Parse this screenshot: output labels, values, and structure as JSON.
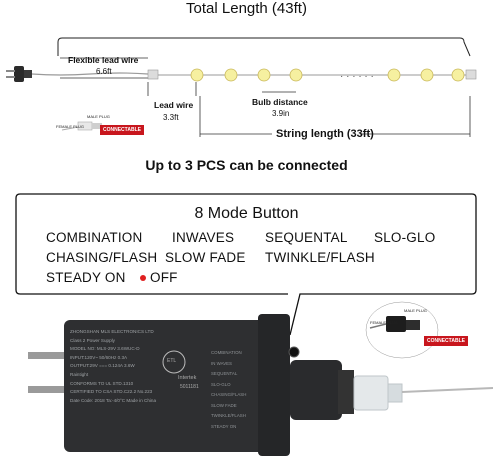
{
  "top": {
    "title": "Total Length (43ft)",
    "flexible_lead_wire": "Flexible lead wire",
    "flexible_lead_length": "6.6ft",
    "lead_wire": "Lead wire",
    "lead_wire_length": "3.3ft",
    "bulb_distance": "Bulb distance",
    "bulb_distance_value": "3.9in",
    "string_length": "String length (33ft)",
    "male_plug": "MALE PLUG",
    "female_plug": "FEMALE PLUG",
    "connectable": "CONNECTABLE"
  },
  "headline": "Up to 3 PCS can be connected",
  "modes": {
    "title": "8 Mode Button",
    "items": [
      "COMBINATION",
      "INWAVES",
      "SEQUENTAL",
      "SLO-GLO",
      "CHASING/FLASH",
      "SLOW FADE",
      "TWINKLE/FLASH",
      "STEADY ON",
      "OFF"
    ]
  },
  "adapter": {
    "label_lines": [
      "ZHONGSHAN MLS ELECTRONICS LTD",
      "Class 2 Power Supply",
      "MODEL NO: MLS-29V 3.6WUC-D",
      "INPUT:120V~ 50/60Hz 0.3A",
      "OUTPUT:29V === 0.124A 3.6W",
      "Raintight",
      "CONFORMS TO UL STD.1310",
      "CERTIFIED TO CSA STD.C22.2 No.223",
      "Date Code: 2018  Ta:-4/0°C  Made in China"
    ],
    "side_lines": [
      "COMBINATION",
      "IN WAVES",
      "SEQUENTAL",
      "SLO-GLO",
      "CHASING/FLASH",
      "SLOW FADE",
      "TWINKLE/FLASH",
      "STEADY ON"
    ],
    "intertek": "Intertek",
    "cert_number": "5011181",
    "etl_mark": "ETL"
  },
  "inset": {
    "male_plug": "MALE PLUG",
    "female_plug": "FEMALE PLUG",
    "connectable": "CONNECTABLE"
  },
  "colors": {
    "badge": "#c8161d",
    "off_dot": "#e02020",
    "bulb": "#f6f0a0",
    "adapter": "#2e2f31"
  }
}
